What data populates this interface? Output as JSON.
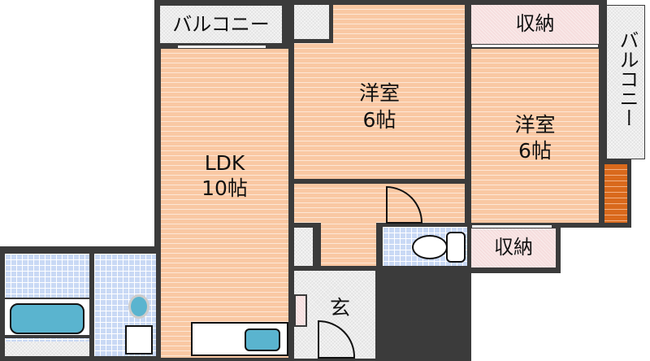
{
  "floor_plan": {
    "rooms": {
      "ldk": {
        "name": "LDK",
        "size": "10帖"
      },
      "western_room_1": {
        "name": "洋室",
        "size": "6帖"
      },
      "western_room_2": {
        "name": "洋室",
        "size": "6帖"
      },
      "storage_top": {
        "label": "収納"
      },
      "storage_bottom": {
        "label": "収納"
      },
      "balcony_top": {
        "label": "バルコニー"
      },
      "balcony_right": {
        "label": "バルコニー"
      },
      "entrance": {
        "label": "玄"
      }
    },
    "colors": {
      "flooring": "#f9c8a3",
      "wall": "#3b3b3b",
      "storage": "#f6dede",
      "balcony": "#e3e3e3",
      "wet_area_tile": "#c9d9f5",
      "fixture_blue": "#5ab4cf",
      "stairs": "#d9691c"
    }
  }
}
